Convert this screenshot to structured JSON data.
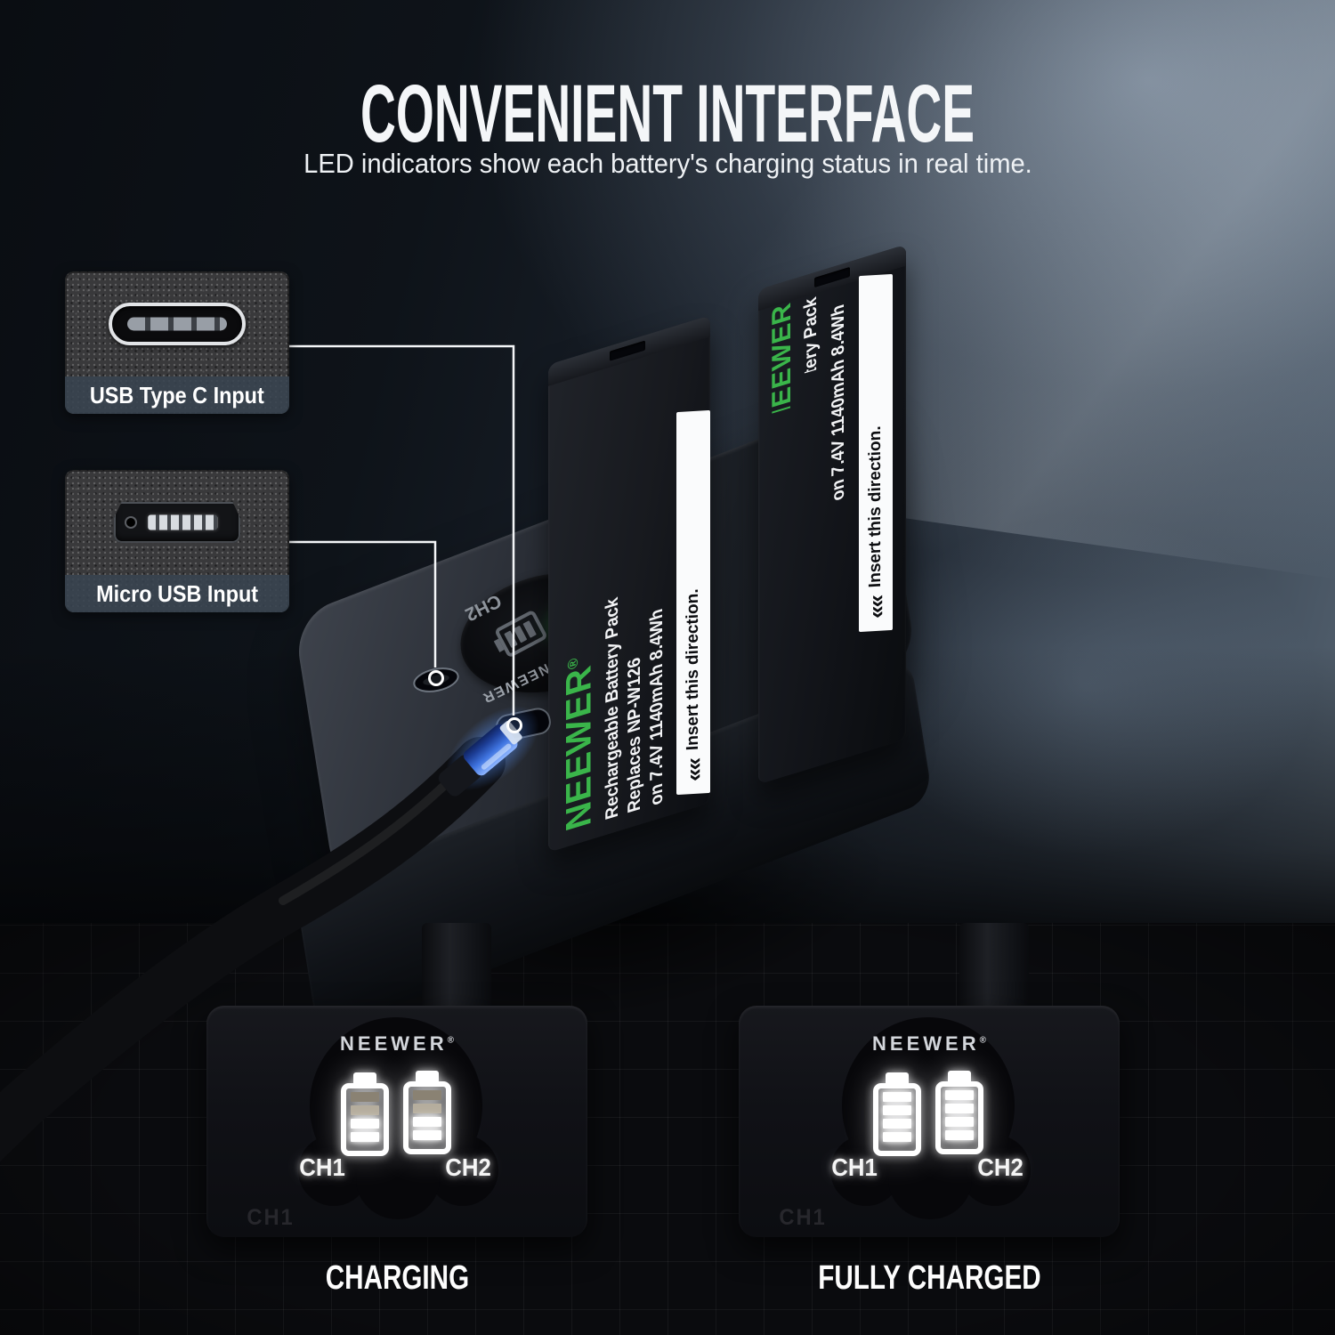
{
  "header": {
    "title": "CONVENIENT INTERFACE",
    "subtitle": "LED indicators show each battery's charging status in real time."
  },
  "callouts": {
    "usb_c": {
      "label": "USB Type C Input"
    },
    "micro_usb": {
      "label": "Micro USB Input"
    }
  },
  "charger_display": {
    "brand": "NEEWER",
    "reg": "®",
    "ch1": "CH1",
    "ch2": "CH2",
    "embossed_ch1": "CH1"
  },
  "battery_front": {
    "brand": "NEEWER",
    "reg": "®",
    "line1": "Rechargeable Battery Pack",
    "line2": "Replaces NP-W126",
    "line3": "on 7.4V 1140mAh 8.4Wh",
    "chevrons": "««",
    "insert_note": "Insert this direction."
  },
  "battery_back": {
    "brand": "NEEWER",
    "reg": "®",
    "line1": "Rechargeable Battery Pack",
    "line2": "on 7.4V 1140mAh 8.4Wh",
    "chevrons": "««",
    "insert_note": "Insert this direction."
  },
  "status_panels": [
    {
      "id": "charging",
      "brand": "NEEWER",
      "reg": "®",
      "ch1": "CH1",
      "ch2": "CH2",
      "embossed": "CH1",
      "caption": "CHARGING",
      "battery_icons": [
        {
          "bars": [
            "#8a8273",
            "#b5ad9d",
            "#ffffff",
            "#ffffff"
          ]
        },
        {
          "bars": [
            "#8a8273",
            "#b5ad9d",
            "#ffffff",
            "#ffffff"
          ]
        }
      ]
    },
    {
      "id": "fully_charged",
      "brand": "NEEWER",
      "reg": "®",
      "ch1": "CH1",
      "ch2": "CH2",
      "embossed": "CH1",
      "caption": "FULLY CHARGED",
      "battery_icons": [
        {
          "bars": [
            "#ffffff",
            "#ffffff",
            "#ffffff",
            "#ffffff"
          ]
        },
        {
          "bars": [
            "#ffffff",
            "#ffffff",
            "#ffffff",
            "#ffffff"
          ]
        }
      ]
    }
  ],
  "colors": {
    "brand_green": "#3ab54a",
    "cable_glow_blue": "#4f8df0",
    "callout_line": "#f4f6f8",
    "led_white": "#ffffff"
  }
}
